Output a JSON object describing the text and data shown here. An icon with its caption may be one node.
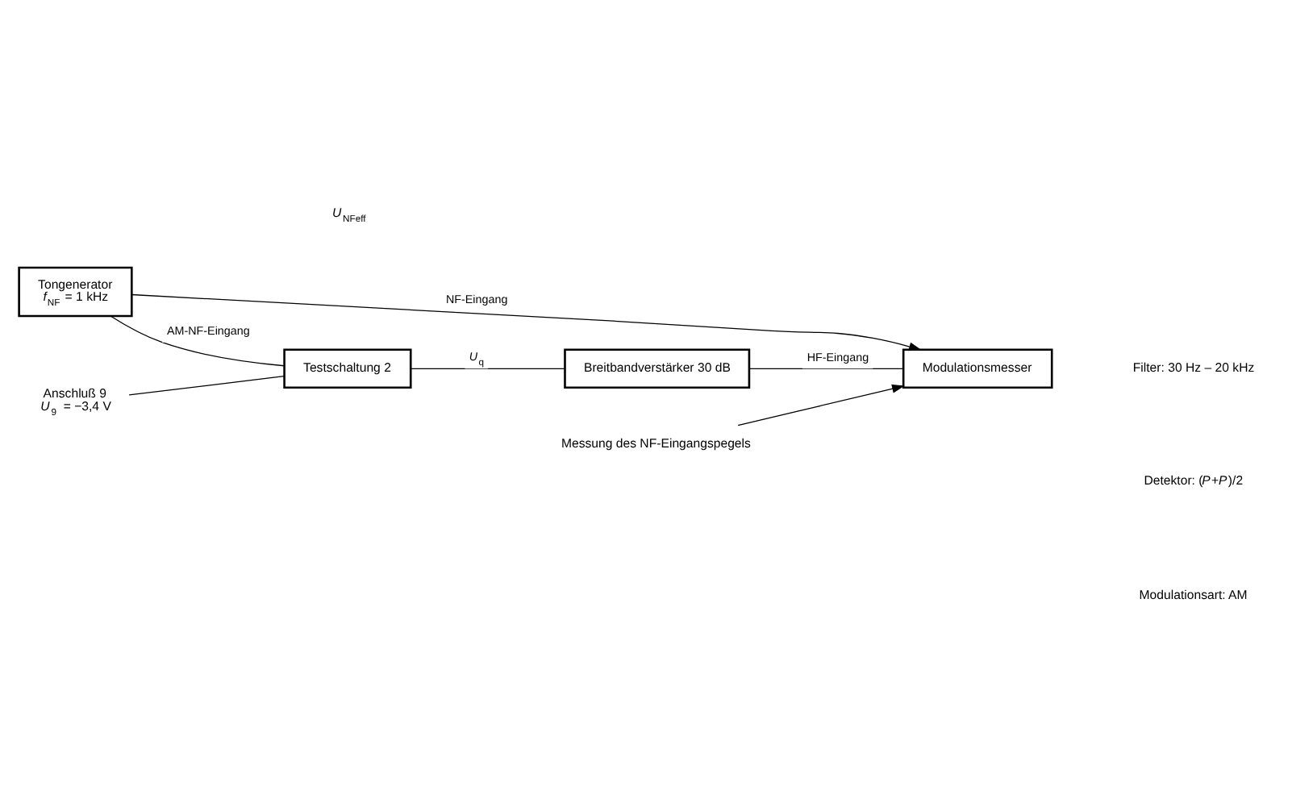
{
  "diagram": {
    "nodes": [
      {
        "text": [
          "Breitbandverstärker 30 dB"
        ]
      },
      {
        "text": [
          "Modulationsmesser"
        ]
      },
      {
        "text": [
          "Anschluß 9",
          "*U*$_{9}$ = −3,4 V"
        ]
      },
      {
        "text": [
          "Testschaltung 2"
        ]
      },
      {
        "text": [
          "Tongenerator",
          "*f*$_{NF}$ = 1 kHz"
        ]
      },
      {
        "text": [
          "Messung des NF-Eingangspegels"
        ]
      }
    ],
    "edges": [
      {
        "from": 3,
        "to": 0,
        "arrow": "none",
        "label": "*U*$_{q}$"
      },
      {
        "from": 0,
        "to": 1,
        "arrow": "none",
        "label": "HF-Eingang"
      },
      {
        "from": 2,
        "to": 3,
        "arrow": "none"
      },
      {
        "from": 4,
        "to": 3,
        "arrow": "none",
        "label": "AM-NF-Eingang"
      },
      {
        "from": 4,
        "to": 1,
        "arrow": "to",
        "label": "NF-Eingang"
      },
      {
        "from": 5,
        "to": 1,
        "arrow": "to"
      }
    ],
    "labels": [
      "*U*$_{NFeff}$",
      "Filter: 30 Hz – 20 kHz",
      "Detektor: (*P*+*P*)/2",
      "Modulationsart: AM"
    ]
  }
}
